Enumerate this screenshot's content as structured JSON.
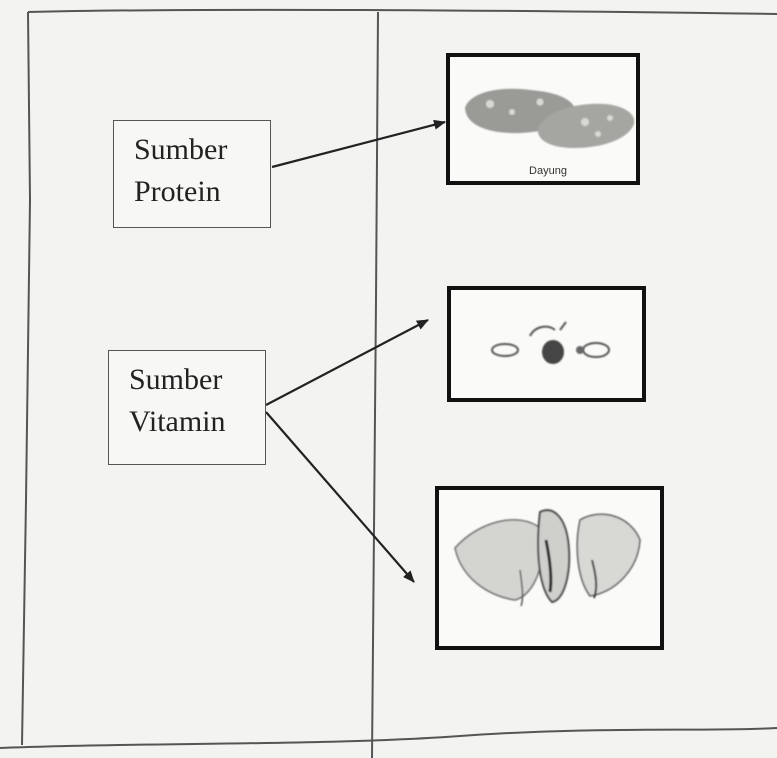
{
  "left_boxes": {
    "protein": {
      "line1": "Sumber",
      "line2": "Protein"
    },
    "vitamin": {
      "line1": "Sumber",
      "line2": "Vitamin"
    }
  },
  "images": {
    "tempe": {
      "caption": "Dayung",
      "depicts": "tempe-slices"
    },
    "peas": {
      "depicts": "vegetable-sketch"
    },
    "greens": {
      "depicts": "leafy-greens-sketch"
    }
  },
  "connections": [
    {
      "from": "Sumber Protein",
      "to": "image-1"
    },
    {
      "from": "Sumber Vitamin",
      "to": "image-2"
    },
    {
      "from": "Sumber Vitamin",
      "to": "image-3"
    }
  ],
  "colors": {
    "paper": "#f3f3f1",
    "ink": "#222222",
    "line": "#444444"
  }
}
